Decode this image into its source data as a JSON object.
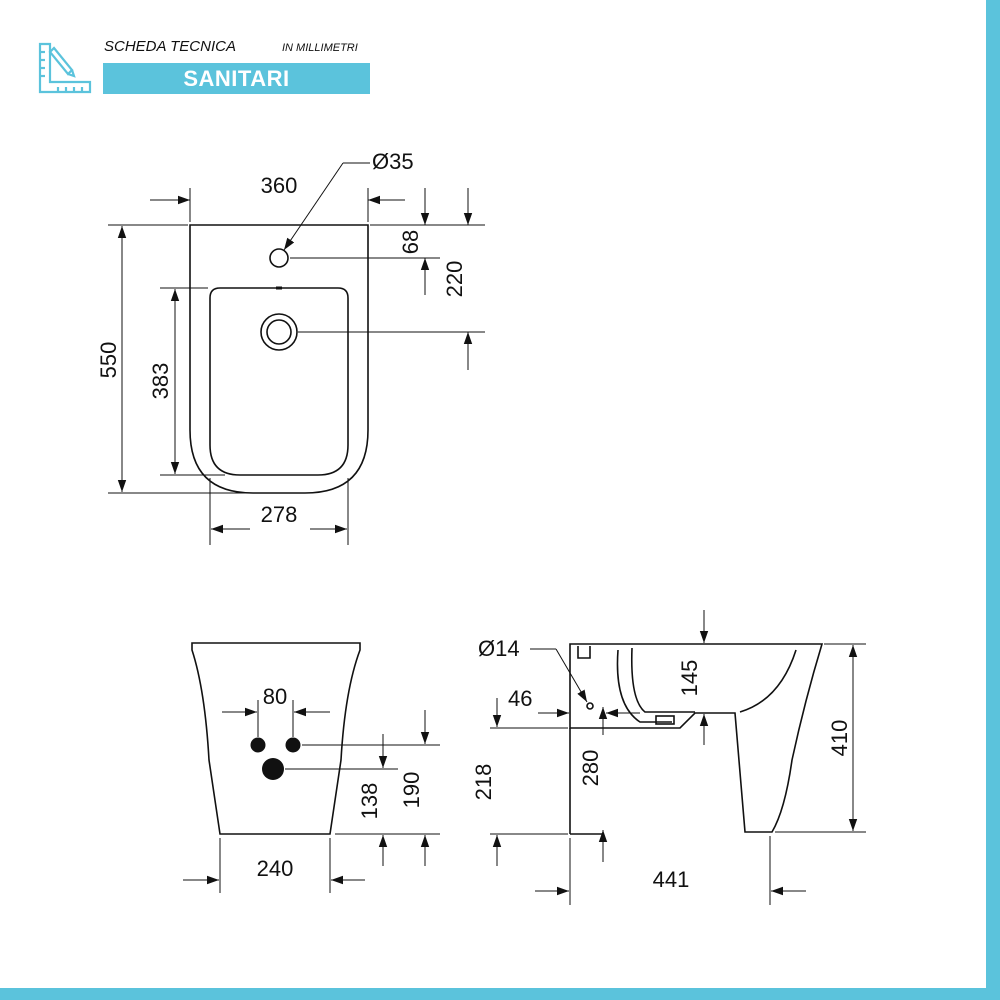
{
  "colors": {
    "accent": "#5bc3dc",
    "line": "#111111"
  },
  "header": {
    "logo_icon": "ruler-pencil-icon",
    "title": "SCHEDA TECNICA",
    "unit": "IN MILLIMETRI",
    "category": "SANITARI"
  },
  "dimensions": {
    "top_view": {
      "width": "360",
      "hole_diameter": "Ø35",
      "hole_offset": "68",
      "drain_offset": "220",
      "length": "550",
      "bowl_length": "383",
      "bowl_width": "278"
    },
    "rear_view": {
      "fixing_spacing": "80",
      "drain_height": "138",
      "fixing_height": "190",
      "base_width": "240"
    },
    "side_view": {
      "overflow_diameter": "Ø14",
      "overflow_offset": "46",
      "rim_depth": "145",
      "overflow_height": "280",
      "drain_height": "218",
      "total_height": "410",
      "depth": "441"
    }
  }
}
